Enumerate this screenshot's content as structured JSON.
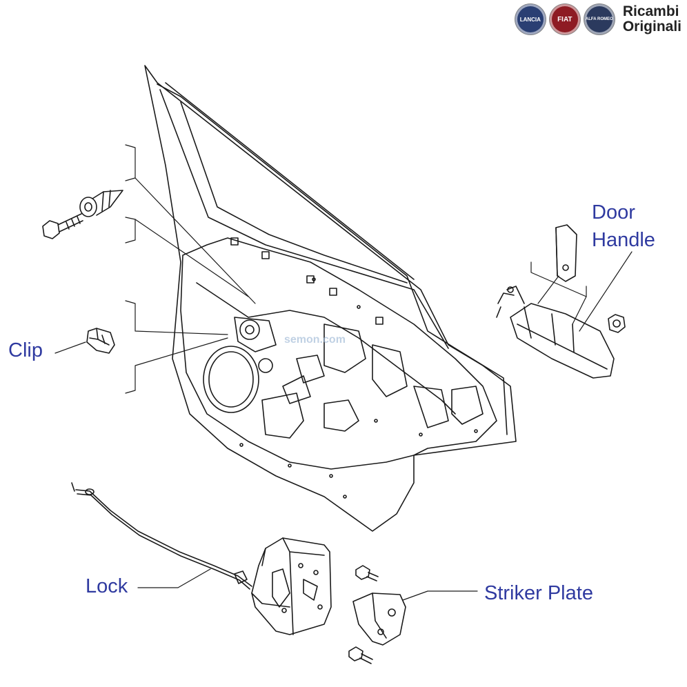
{
  "brand": {
    "logos": [
      "LANCIA",
      "FIAT",
      "ALFA ROMEO"
    ],
    "logo_colors": [
      "#2a3f73",
      "#8e1b23",
      "#2b3a5e"
    ],
    "line1": "Ricambi",
    "line2": "Originali"
  },
  "labels": {
    "door_handle_1": "Door",
    "door_handle_2": "Handle",
    "clip": "Clip",
    "lock": "Lock",
    "striker_plate": "Striker Plate"
  },
  "watermark": "semon.com",
  "colors": {
    "label": "#2f3aa0",
    "line": "#1a1a1a"
  }
}
